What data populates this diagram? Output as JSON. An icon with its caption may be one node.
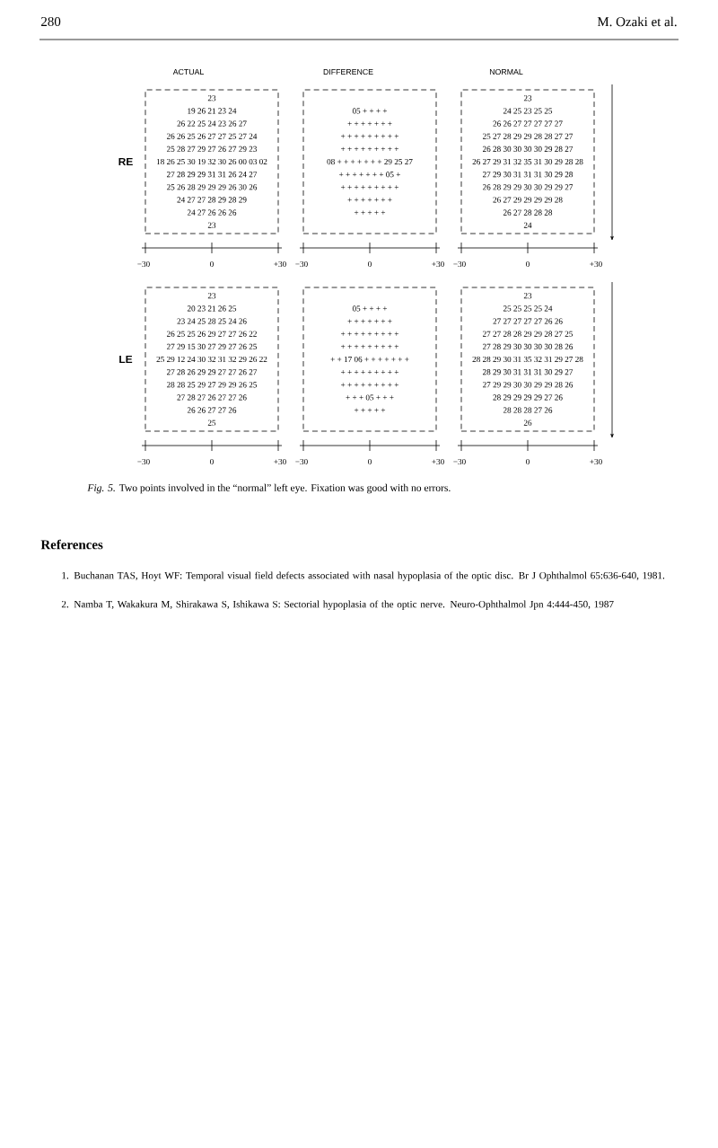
{
  "diagram": {
    "caption": "*Fig. 5.* Two points involved in the “normal” left eye. Fixation was good with no errors.",
    "nodes": [
      {
        "text": [
          "23",
          "19 26 21 23 24",
          "26 22 25 24 23 26 27",
          "26 26 25 26 27 27 25 27 24",
          "25 28 27 29 27 26 27 29 23",
          "18 26 25 30 19 32 30 26 00 03 02",
          "27 28 29 29 31 31 26 24 27",
          "25 26 28 29 29 29 26 30 26",
          "24 27 27 28 29 28 29",
          "24 27 26 26 26",
          "23"
        ]
      },
      {
        "text": [
          "05 + + + +",
          "+ + + + + + +",
          "+ + + + + + + + +",
          "+ + + + + + + + +",
          "08 + + + + + + + 29 25 27",
          "+ + + + + + + 05 +",
          "+ + + + + + + + +",
          "+ + + + + + +",
          "+ + + + +"
        ]
      },
      {
        "text": [
          "23",
          "24 25 23 25 25",
          "26 26 27 27 27 27 27",
          "25 27 28 29 29 28 28 27 27",
          "26 28 30 30 30 30 29 28 27",
          "26 27 29 31 32 35 31 30 29 28 28",
          "27 29 30 31 31 31 30 29 28",
          "26 28 29 29 30 30 29 29 27",
          "26 27 29 29 29 29 28",
          "26 27 28 28 28",
          "24"
        ]
      },
      {
        "text": [
          "23",
          "20 23 21 26 25",
          "23 24 25 28 25 24 26",
          "26 25 25 26 29 27 27 26 22",
          "27 29 15 30 27 29 27 26 25",
          "25 29 12 24 30 32 31 32 29 26 22",
          "27 28 26 29 29 27 27 26 27",
          "28 28 25 29 27 29 29 26 25",
          "27 28 27 26 27 27 26",
          "26 26 27 27 26",
          "25"
        ]
      },
      {
        "text": [
          "05 + + + +",
          "+ + + + + + +",
          "+ + + + + + + + +",
          "+ + + + + + + + +",
          "+ + 17 06 + + + + + + +",
          "+ + + + + + + + +",
          "+ + + + + + + + +",
          "+ + + 05 + + +",
          "+ + + + +"
        ]
      },
      {
        "text": [
          "23",
          "25 25 25 25 24",
          "27 27 27 27 27 26 26",
          "27 27 28 28 29 29 28 27 25",
          "27 28 29 30 30 30 30 28 26",
          "28 28 29 30 31 35 32 31 29 27 28",
          "28 29 30 31 31 31 30 29 27",
          "27 29 29 30 30 29 29 28 26",
          "28 29 29 29 29 27 26",
          "28 28 28 27 26",
          "26"
        ]
      }
    ],
    "labels": [
      "280",
      "M. Ozaki et al.",
      "ACTUAL",
      "DIFFERENCE",
      "NORMAL",
      "RE",
      "−30",
      "0",
      "+30",
      "−30",
      "0",
      "+30",
      "−30",
      "0",
      "+30",
      "LE",
      "−30",
      "0",
      "+30",
      "−30",
      "0",
      "+30",
      "−30",
      "0",
      "+30",
      "References",
      "1. Buchanan TAS, Hoyt WF: Temporal visual field defects associated with nasal hypoplasia of the optic disc. Br J Ophthalmol 65:636-640, 1981.",
      "2. Namba T, Wakakura M, Shirakawa S, Ishikawa S: Sectorial hypoplasia of the optic nerve. Neuro-Ophthalmol Jpn 4:444-450, 1987"
    ]
  }
}
